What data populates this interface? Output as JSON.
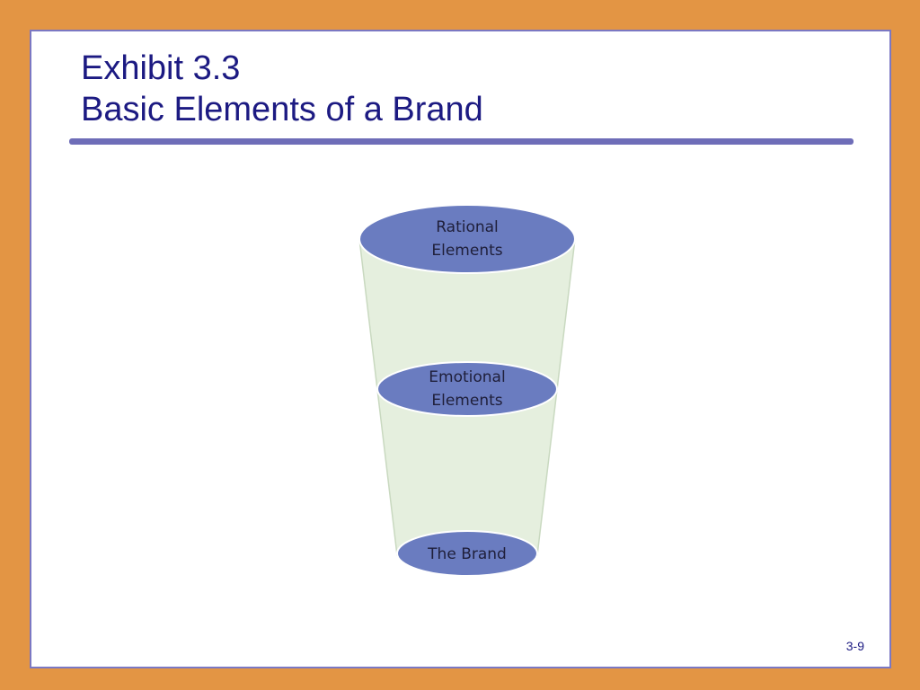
{
  "slide": {
    "title_line1": "Exhibit 3.3",
    "title_line2": "Basic Elements of a Brand",
    "page_number": "3-9"
  },
  "diagram": {
    "top_ellipse": {
      "line1": "Rational",
      "line2": "Elements"
    },
    "middle_ellipse": {
      "line1": "Emotional",
      "line2": "Elements"
    },
    "bottom_ellipse": {
      "line1": "The Brand"
    }
  },
  "colors": {
    "frame": "#e39544",
    "border": "#7b78c3",
    "title": "#1c1a82",
    "rule": "#6e6db8",
    "ellipse_fill": "#6a7cc0",
    "cup_fill": "#e5efde"
  }
}
